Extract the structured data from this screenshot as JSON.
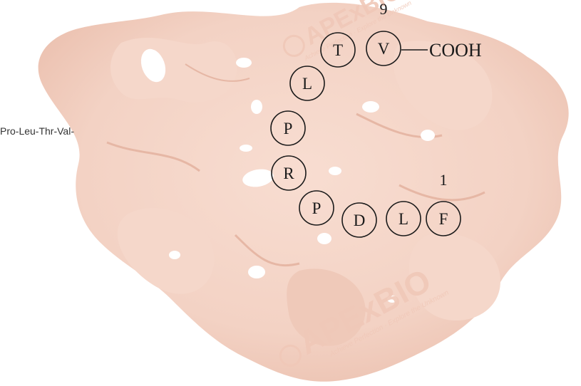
{
  "side_label": "Pro-Leu-Thr-Val-",
  "peptide": {
    "residues": [
      "F",
      "L",
      "D",
      "P",
      "R",
      "P",
      "L",
      "T",
      "V"
    ],
    "start_number": "1",
    "end_number": "9",
    "c_terminus": "COOH"
  },
  "watermarks": [
    {
      "brand": "APExBIO",
      "tagline": "Achieve Perfection · Explore the Unknown"
    },
    {
      "brand": "APExBIO",
      "tagline": "Achieve Perfection · Explore the Unknown"
    }
  ],
  "colors": {
    "blob": "#f3d2c4",
    "blob_light": "#fae6dc",
    "blob_dark": "#e8b9a8",
    "hole": "#ffffff",
    "ring": "#1a1a1a",
    "watermark": "#f0c8b8"
  }
}
